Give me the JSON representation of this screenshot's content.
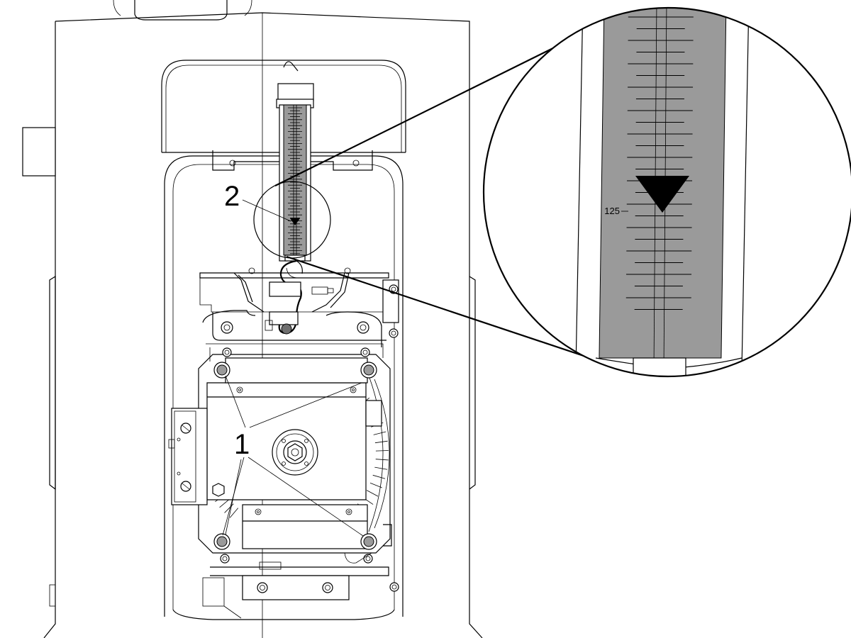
{
  "callouts": {
    "bolts_label": "1",
    "gauge_label": "2"
  },
  "zoom_view": {
    "scale_reading": "125"
  }
}
